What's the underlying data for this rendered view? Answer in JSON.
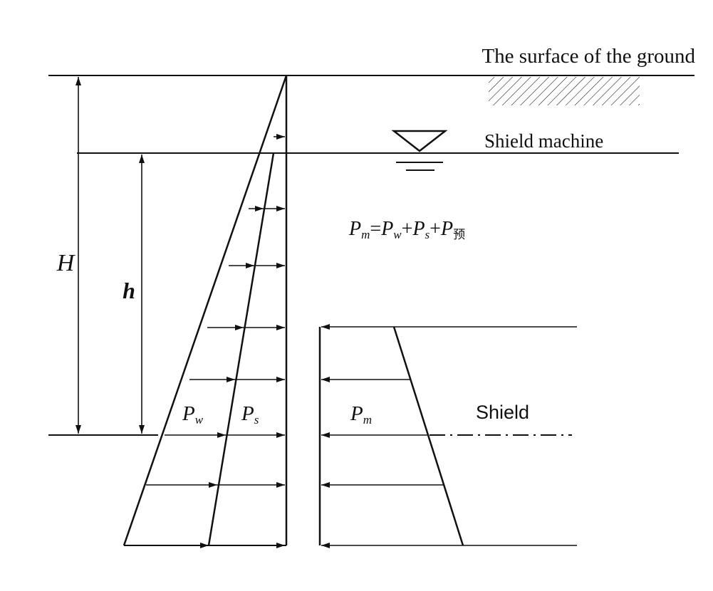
{
  "labels": {
    "ground_surface": "The surface of the ground",
    "water_level": "Shield machine",
    "depth_H": "H",
    "depth_h": "h",
    "pressure_water": {
      "main": "P",
      "sub": "w"
    },
    "pressure_soil": {
      "main": "P",
      "sub": "s"
    },
    "pressure_machine": {
      "main": "P",
      "sub": "m"
    },
    "shield": "Shield"
  },
  "formula": {
    "lhs": {
      "main": "P",
      "sub": "m"
    },
    "terms": [
      {
        "main": "P",
        "sub": "w"
      },
      {
        "main": "P",
        "sub": "s"
      },
      {
        "main": "P",
        "sub": "预"
      }
    ],
    "equals": "=",
    "plus": "+"
  },
  "colors": {
    "line": "#111111",
    "background": "#ffffff"
  }
}
